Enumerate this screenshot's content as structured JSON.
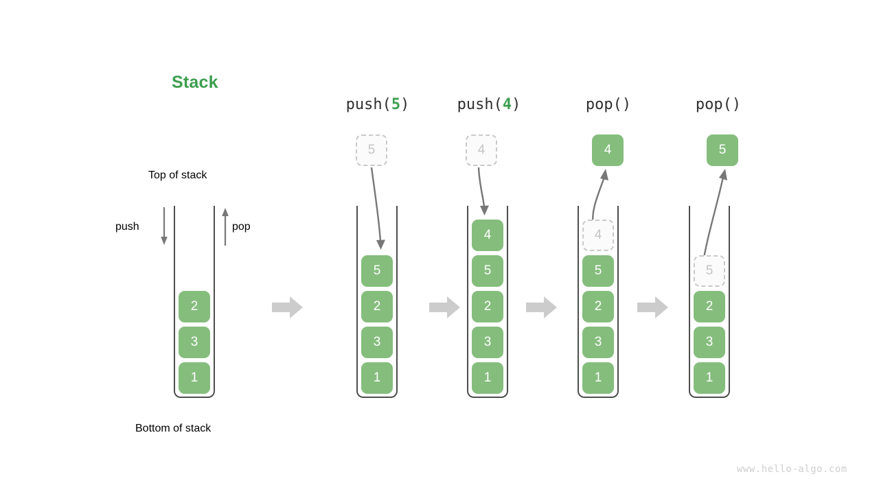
{
  "title": {
    "text": "Stack",
    "color": "#3d9e4f"
  },
  "labels": {
    "top_of_stack": "Top of stack",
    "bottom_of_stack": "Bottom of stack",
    "push": "push",
    "pop": "pop"
  },
  "colors": {
    "cell_fill": "#85bd7d",
    "cell_text": "#ffffff",
    "ghost_border": "#c9c9c9",
    "ghost_text": "#c4c4c4",
    "container_stroke": "#4d4d4d",
    "flow_arrow": "#cccccc",
    "motion_arrow": "#777777",
    "accent_green": "#3d9e4f"
  },
  "watermark": "www.hello-algo.com",
  "columns": [
    {
      "id": "initial",
      "header": null,
      "header_prefix": null,
      "header_arg": null,
      "header_suffix": null,
      "floating_cell": null,
      "cells": [
        {
          "value": "2",
          "state": "solid"
        },
        {
          "value": "3",
          "state": "solid"
        },
        {
          "value": "1",
          "state": "solid"
        }
      ]
    },
    {
      "id": "push-5",
      "header": "push(5)",
      "header_prefix": "push(",
      "header_arg": "5",
      "header_suffix": ")",
      "floating_cell": {
        "value": "5",
        "state": "ghost",
        "position": "above"
      },
      "motion": "down",
      "cells": [
        {
          "value": "5",
          "state": "solid"
        },
        {
          "value": "2",
          "state": "solid"
        },
        {
          "value": "3",
          "state": "solid"
        },
        {
          "value": "1",
          "state": "solid"
        }
      ]
    },
    {
      "id": "push-4",
      "header": "push(4)",
      "header_prefix": "push(",
      "header_arg": "4",
      "header_suffix": ")",
      "floating_cell": {
        "value": "4",
        "state": "ghost",
        "position": "above"
      },
      "motion": "down",
      "cells": [
        {
          "value": "4",
          "state": "solid"
        },
        {
          "value": "5",
          "state": "solid"
        },
        {
          "value": "2",
          "state": "solid"
        },
        {
          "value": "3",
          "state": "solid"
        },
        {
          "value": "1",
          "state": "solid"
        }
      ]
    },
    {
      "id": "pop-1",
      "header": "pop()",
      "header_prefix": "pop(",
      "header_arg": "",
      "header_suffix": ")",
      "floating_cell": {
        "value": "4",
        "state": "solid",
        "position": "above"
      },
      "motion": "up",
      "cells": [
        {
          "value": "4",
          "state": "ghost"
        },
        {
          "value": "5",
          "state": "solid"
        },
        {
          "value": "2",
          "state": "solid"
        },
        {
          "value": "3",
          "state": "solid"
        },
        {
          "value": "1",
          "state": "solid"
        }
      ]
    },
    {
      "id": "pop-2",
      "header": "pop()",
      "header_prefix": "pop(",
      "header_arg": "",
      "header_suffix": ")",
      "floating_cell": {
        "value": "5",
        "state": "solid",
        "position": "above"
      },
      "motion": "up",
      "cells": [
        {
          "value": "5",
          "state": "ghost"
        },
        {
          "value": "2",
          "state": "solid"
        },
        {
          "value": "3",
          "state": "solid"
        },
        {
          "value": "1",
          "state": "solid"
        }
      ]
    }
  ]
}
